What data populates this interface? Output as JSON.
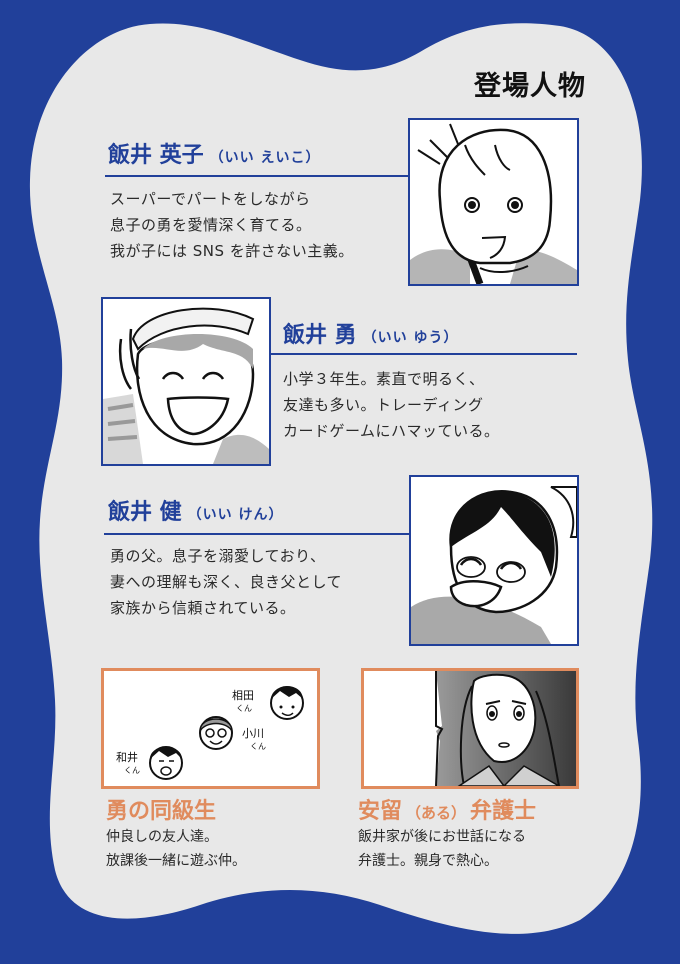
{
  "colors": {
    "background": "#21409a",
    "panel": "#e8e8e8",
    "accent_blue": "#21409a",
    "accent_orange": "#e08b5d",
    "text": "#2a2a2a"
  },
  "page_title": "登場人物",
  "characters": [
    {
      "name": "飯井 英子",
      "reading": "（いい えいこ）",
      "description": "スーパーでパートをしながら\n息子の勇を愛情深く育てる。\n我が子には SNS を許さない主義。",
      "portrait": "mother-portrait"
    },
    {
      "name": "飯井 勇",
      "reading": "（いい ゆう）",
      "description": "小学３年生。素直で明るく、\n友達も多い。トレーディング\nカードゲームにハマッている。",
      "portrait": "son-portrait"
    },
    {
      "name": "飯井 健",
      "reading": "（いい けん）",
      "description": "勇の父。息子を溺愛しており、\n妻への理解も深く、良き父として\n家族から信頼されている。",
      "portrait": "father-portrait"
    }
  ],
  "supporting": [
    {
      "title": "勇の同級生",
      "description": "仲良しの友人達。\n放課後一緒に遊ぶ仲。",
      "labels": [
        "相田\nくん",
        "小川\nくん",
        "和井\nくん"
      ]
    },
    {
      "title_pre": "安留",
      "reading": "（ある）",
      "title_post": "弁護士",
      "description": "飯井家が後にお世話になる\n弁護士。親身で熱心。"
    }
  ]
}
